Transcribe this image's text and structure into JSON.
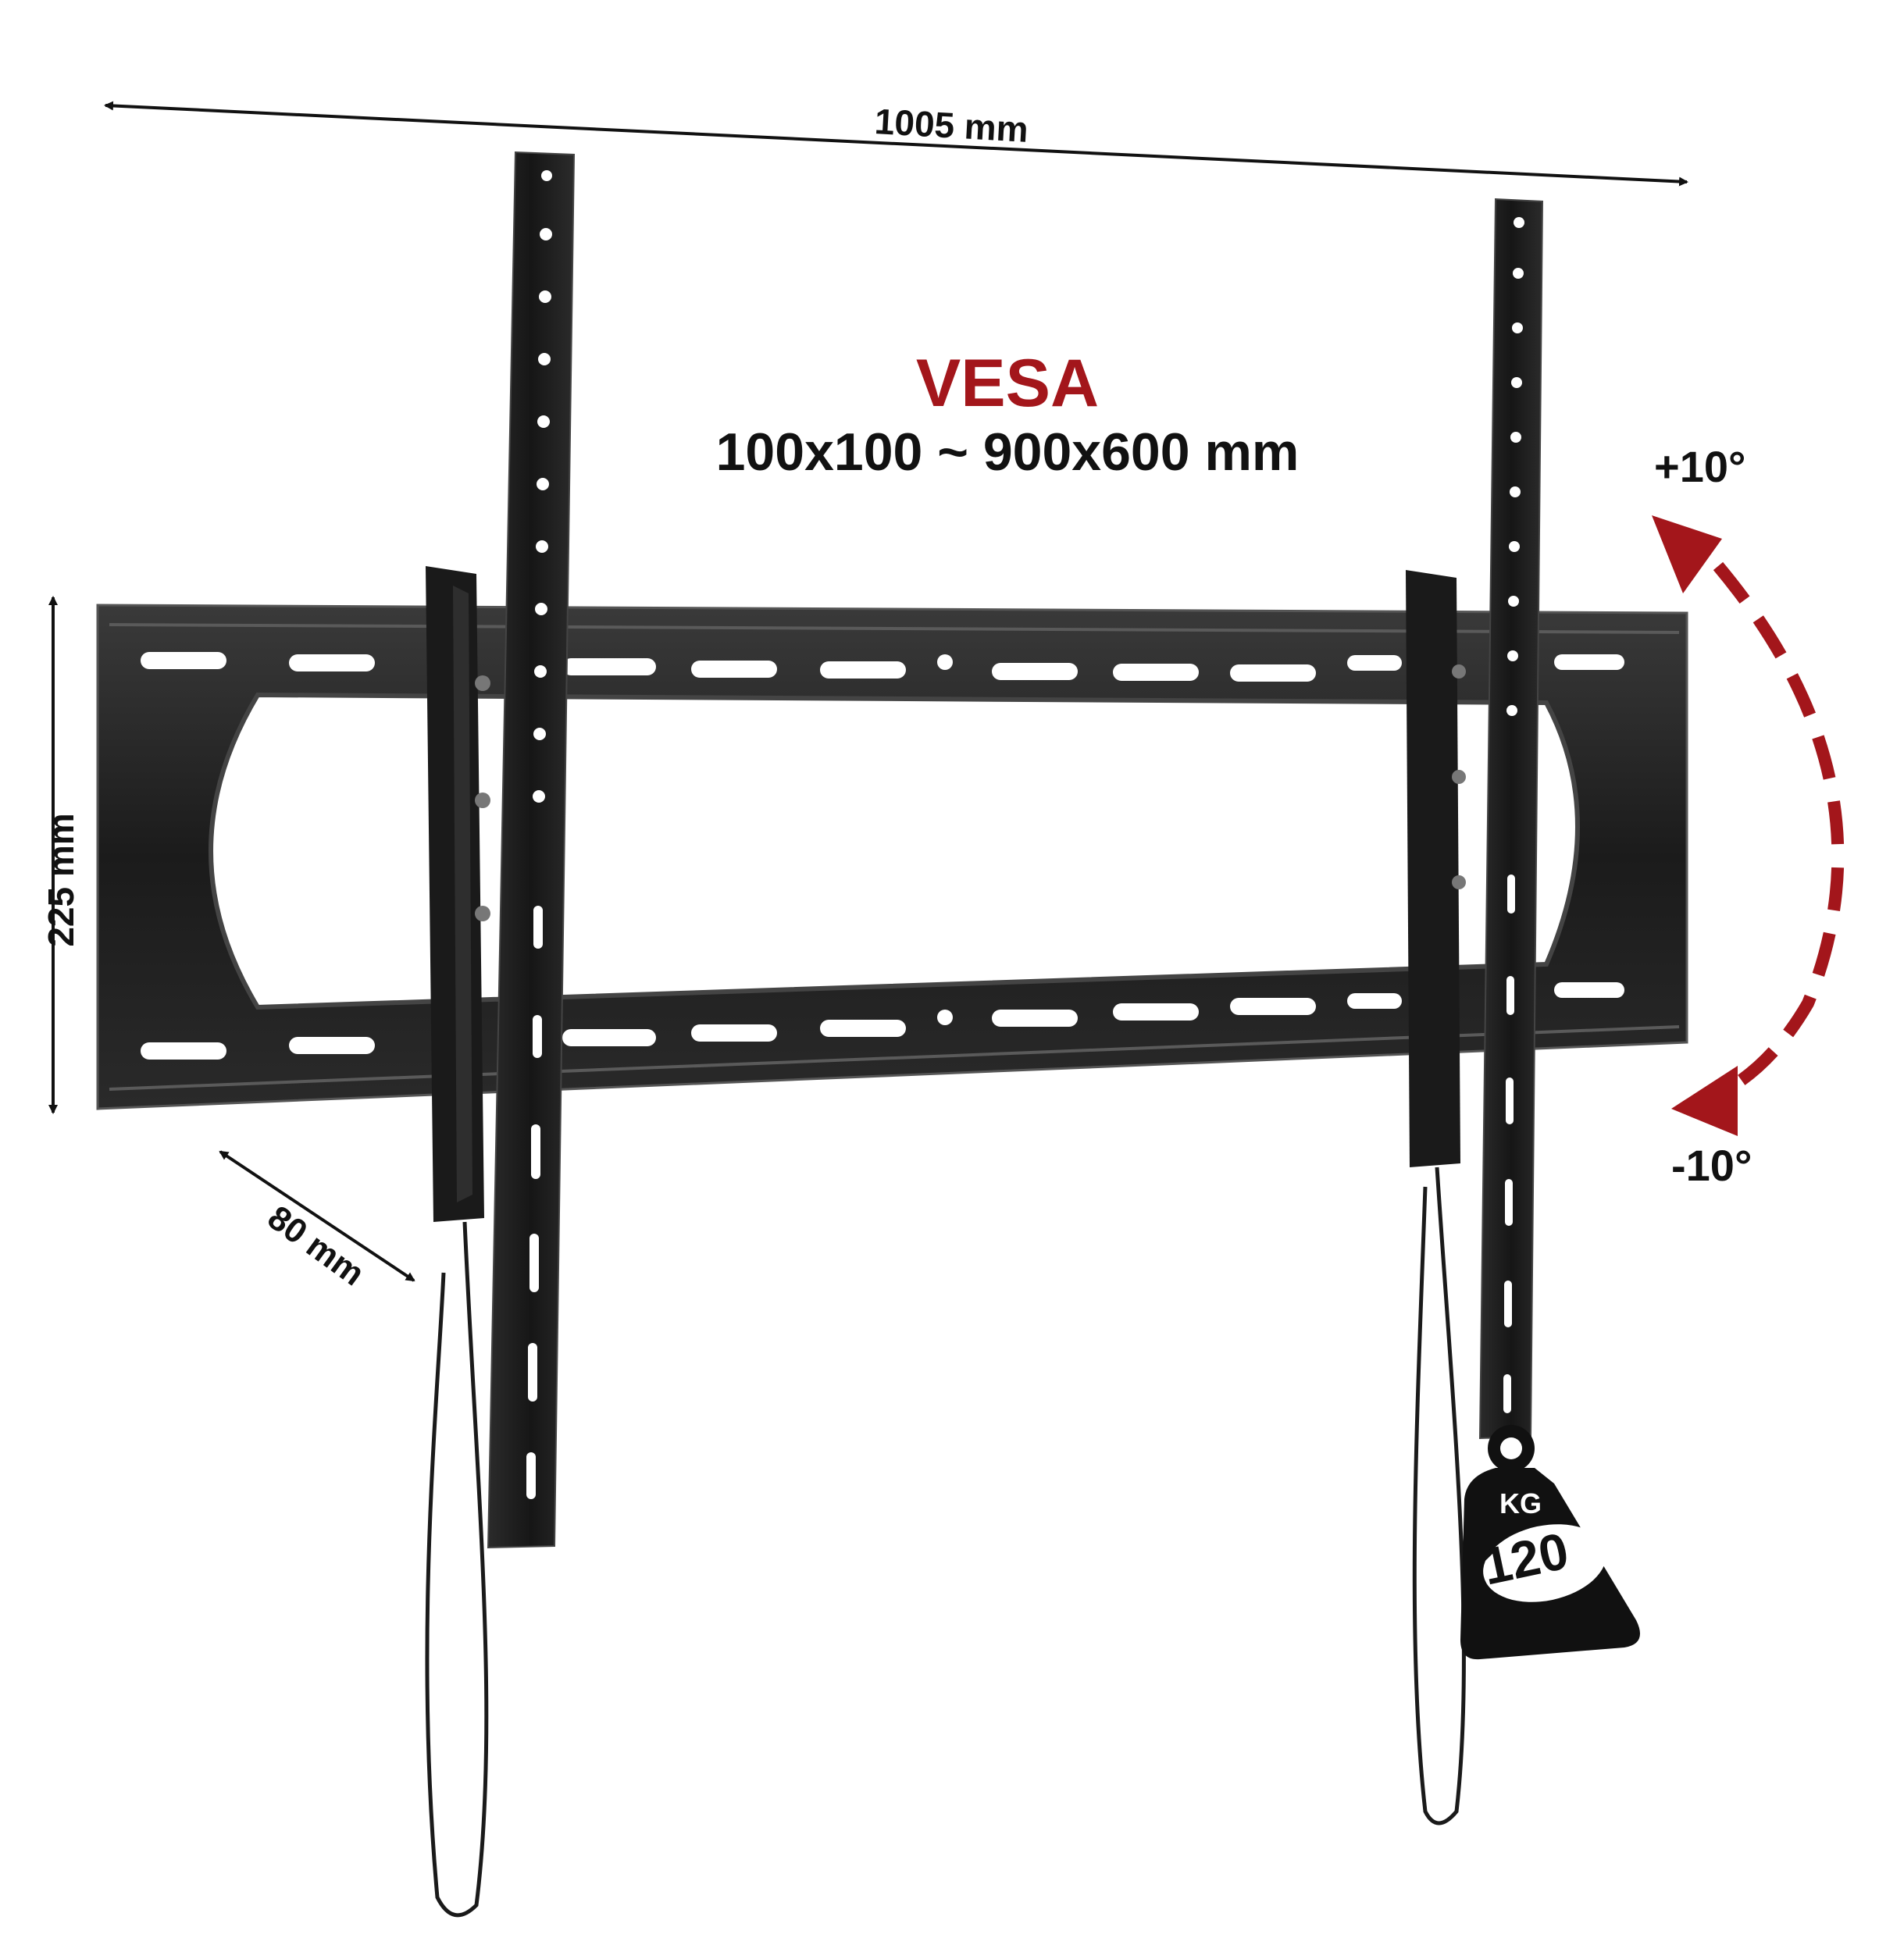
{
  "dimensions": {
    "width": "1005 mm",
    "height": "225 mm",
    "depth": "80 mm"
  },
  "vesa": {
    "title": "VESA",
    "range": "100x100 ~ 900x600 mm"
  },
  "tilt": {
    "up": "+10°",
    "down": "-10°"
  },
  "load": {
    "unit": "KG",
    "value": "120"
  },
  "colors": {
    "accent_red": "#a3161b",
    "metal": "#1c1c1c",
    "text": "#111111"
  },
  "icons": [
    "wall-mount-bracket",
    "weight-icon",
    "tilt-arrow"
  ]
}
